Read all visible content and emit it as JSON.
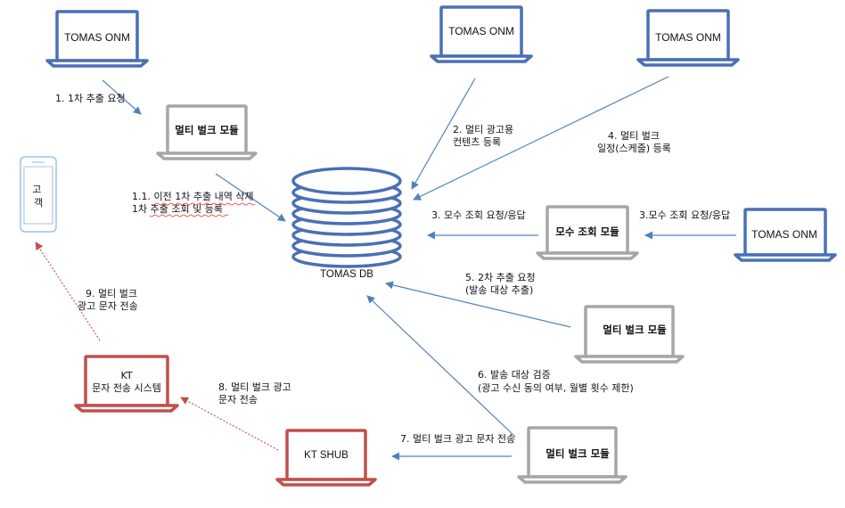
{
  "diagram": {
    "nodes": {
      "onm_top_left": "TOMAS ONM",
      "onm_top_mid": "TOMAS ONM",
      "onm_top_right": "TOMAS ONM",
      "onm_right": "TOMAS ONM",
      "bulk_module_top": "멀티 벌크 모듈",
      "mosu_module": "모수 조회 모듈",
      "bulk_module_right": "멀티 벌크 모듈",
      "bulk_module_bottom": "멀티 벌크 모듈",
      "db": "TOMAS DB",
      "customer": "고객",
      "kt_system_line1": "KT",
      "kt_system_line2": "문자 전송 시스템",
      "kt_shub": "KT SHUB"
    },
    "steps": {
      "s1": "1. 1차 추출 요청",
      "s1_1_line1": "1.1. 이전 1차 추출 내역 삭제",
      "s1_1_line2": "1차 추출 조회 및 등록",
      "s2_line1": "2. 멀티 광고용",
      "s2_line2": "컨텐츠 등록",
      "s4_line1": "4. 멀티 벌크",
      "s4_line2": "일정(스케줄) 등록",
      "s3_right": "3.모수 조회 요청/응답",
      "s3_left": "3. 모수 조회 요청/응답",
      "s5_line1": "5. 2차 추출 요청",
      "s5_line2": "(발송 대상 추출)",
      "s6_line1": "6. 발송 대상  검증",
      "s6_line2": "(광고 수신 동의 여부, 월별 횟수 제한)",
      "s7": "7. 멀티 벌크 광고 문자 전송",
      "s8_line1": "8. 멀티 벌크 광고",
      "s8_line2": "문자 전송",
      "s9_line1": "9. 멀티 벌크",
      "s9_line2": "광고 문자 전송"
    }
  },
  "colors": {
    "blue": "#4a70b4",
    "gray": "#a6a6a6",
    "red": "#c0504d",
    "arrow": "#4f81bd",
    "dashed": "#c0504d"
  }
}
